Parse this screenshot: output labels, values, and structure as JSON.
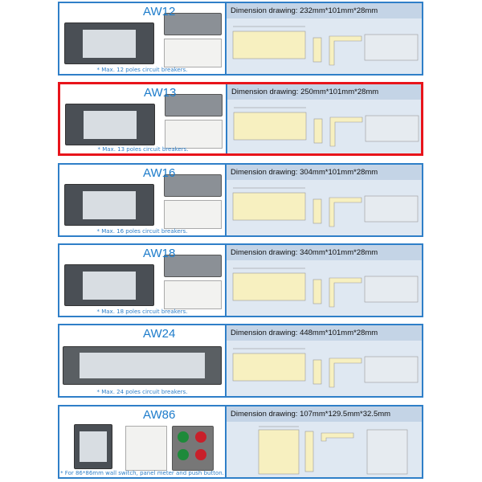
{
  "products": [
    {
      "model": "AW12",
      "dimension": "Dimension drawing: 232mm*101mm*28mm",
      "note": "* Max. 12 poles circuit breakers.",
      "selected": false
    },
    {
      "model": "AW13",
      "dimension": "Dimension drawing: 250mm*101mm*28mm",
      "note": "* Max. 13 poles circuit breakers.",
      "selected": true
    },
    {
      "model": "AW16",
      "dimension": "Dimension drawing: 304mm*101mm*28mm",
      "note": "* Max. 16 poles circuit breakers.",
      "selected": false
    },
    {
      "model": "AW18",
      "dimension": "Dimension drawing: 340mm*101mm*28mm",
      "note": "* Max. 18 poles circuit breakers.",
      "selected": false
    },
    {
      "model": "AW24",
      "dimension": "Dimension drawing: 448mm*101mm*28mm",
      "note": "* Max. 24 poles circuit breakers.",
      "selected": false
    },
    {
      "model": "AW86",
      "dimension": "Dimension drawing: 107mm*129.5mm*32.5mm",
      "note": "* For 86*86mm wall switch, panel meter and push button.",
      "selected": false
    }
  ],
  "colors": {
    "border": "#2f7fc8",
    "selected_border": "#e8141b",
    "title": "#1d7ccb",
    "header_bg": "#c4d4e6",
    "drawing_bg": "#dfe8f2",
    "drawing_fill": "#f7f0c0"
  }
}
